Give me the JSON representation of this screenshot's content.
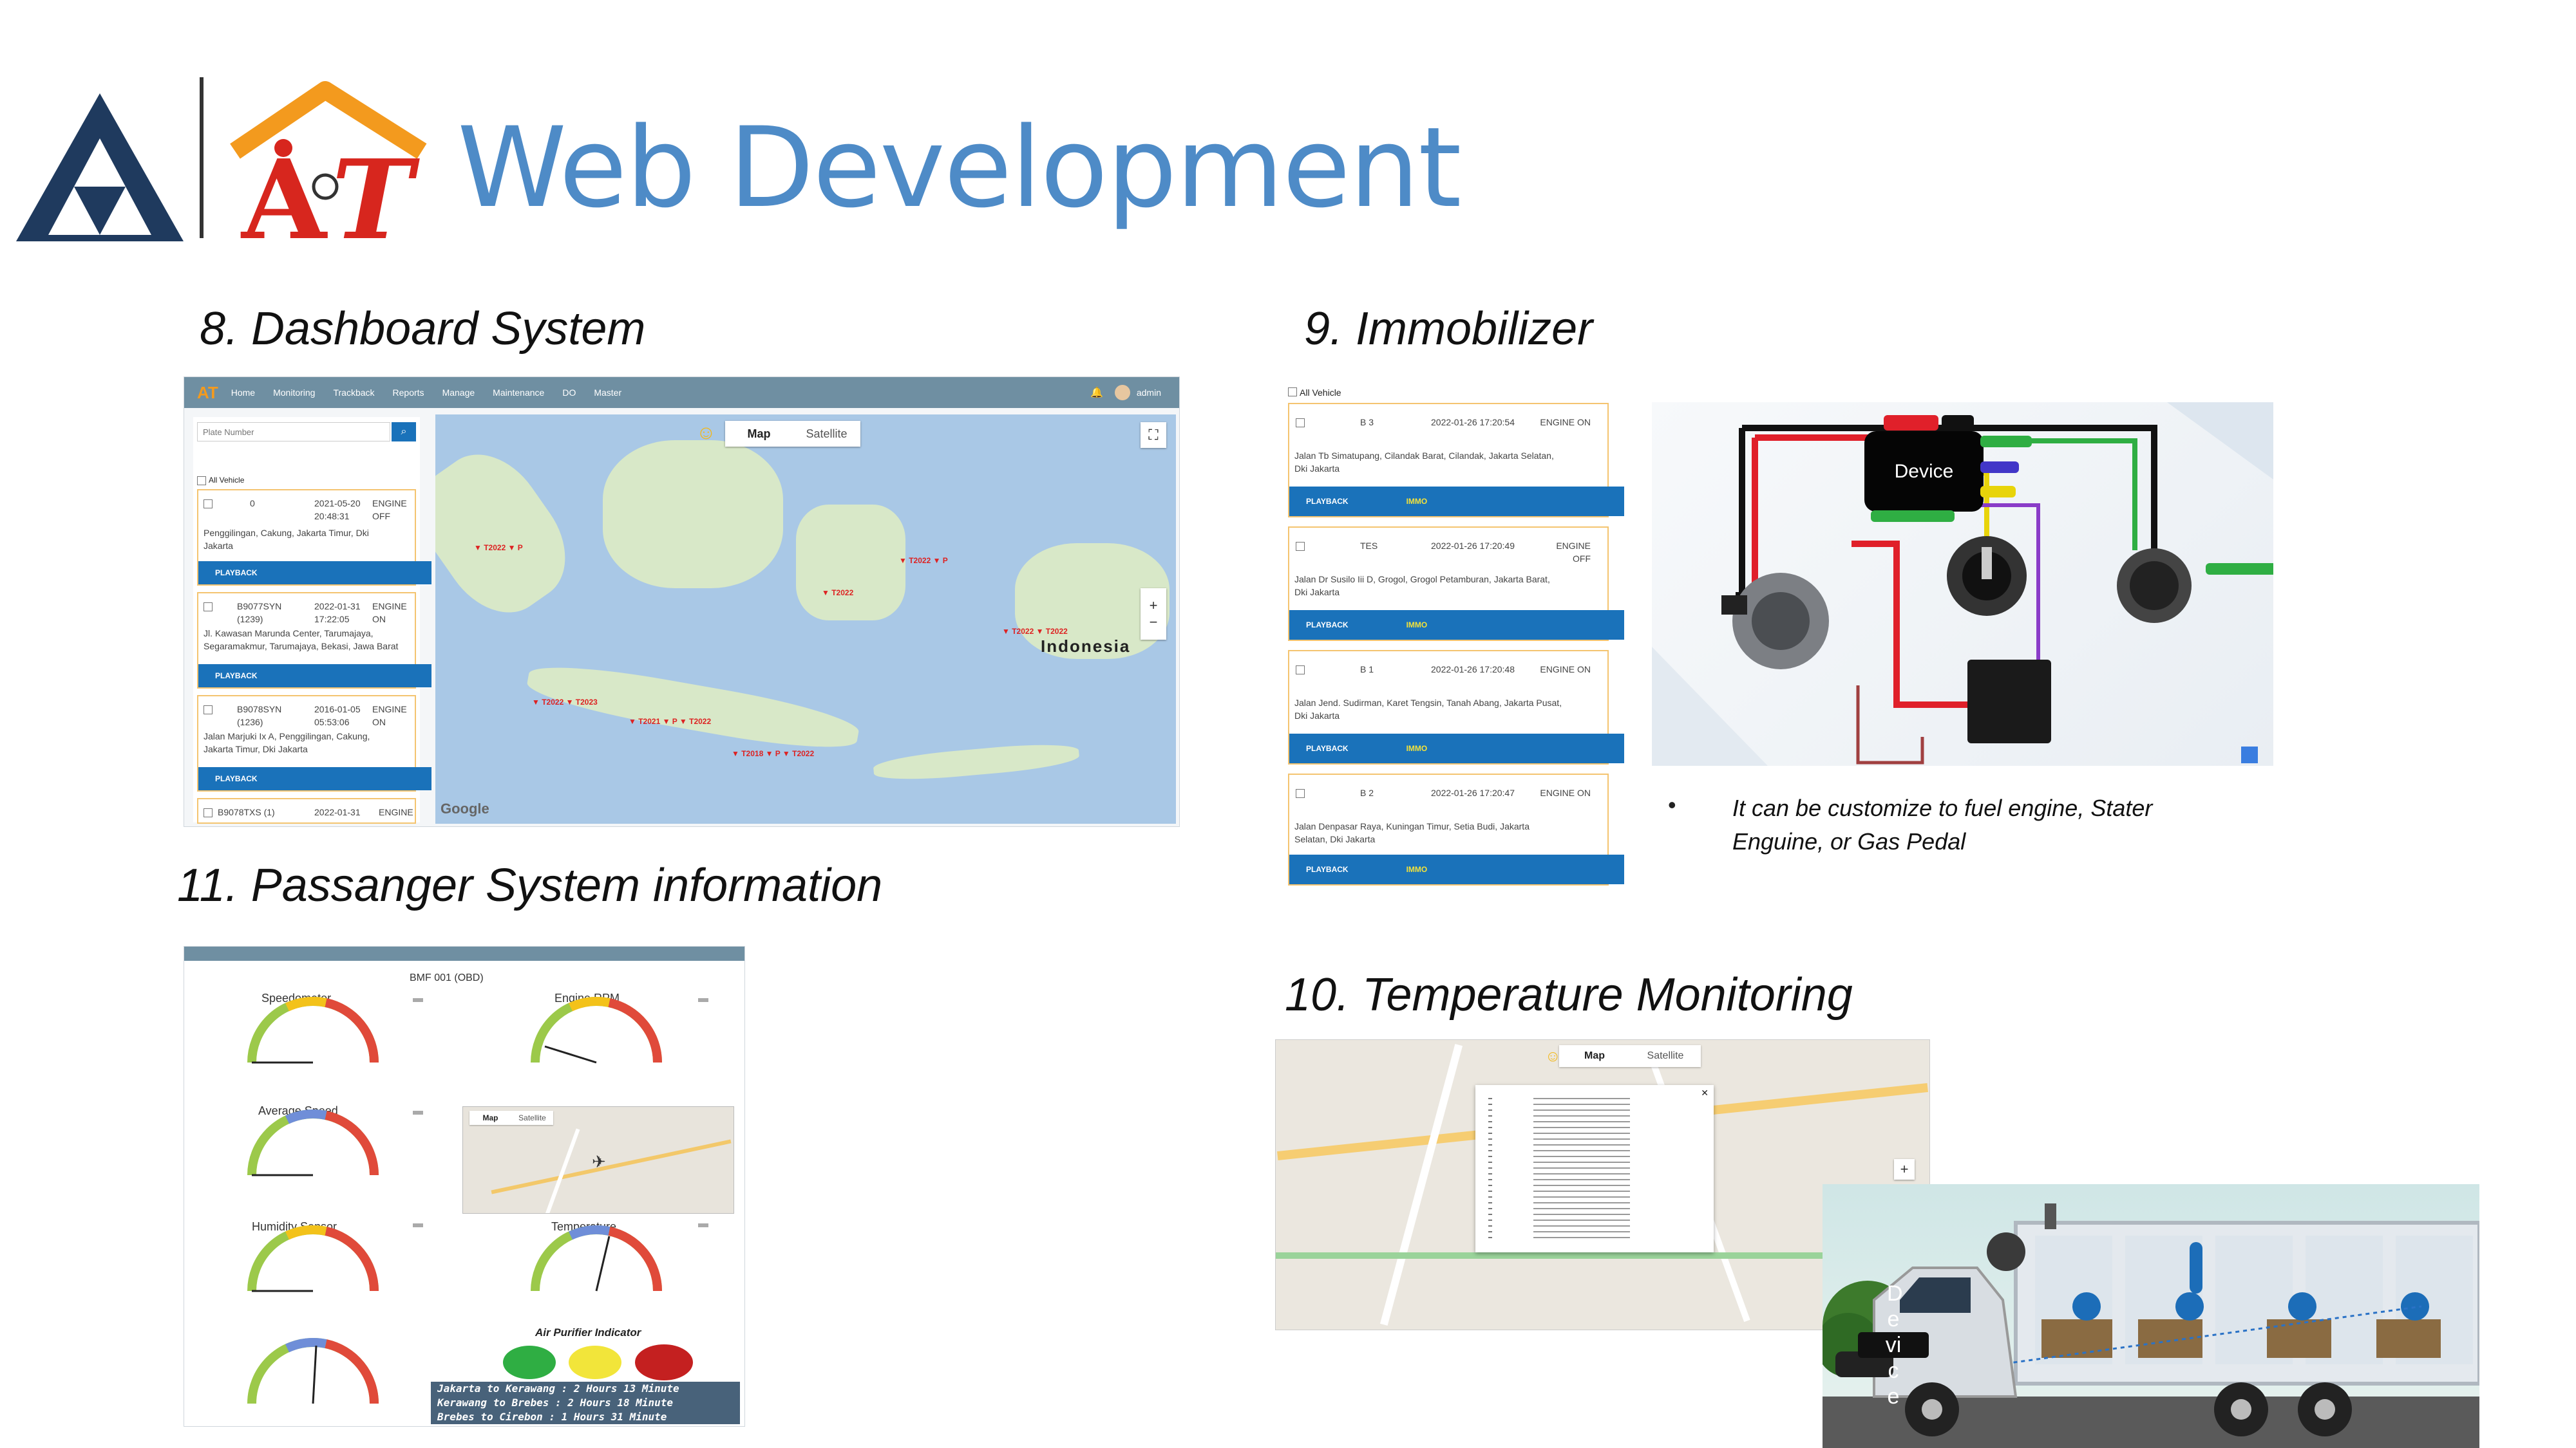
{
  "slide_title": "Web Development",
  "sections": {
    "dashboard": "8. Dashboard System",
    "immobilizer": "9. Immobilizer",
    "temperature": "10. Temperature Monitoring",
    "passenger": "11. Passanger System information"
  },
  "dashboard": {
    "nav": [
      "Home",
      "Monitoring",
      "Trackback",
      "Reports",
      "Manage",
      "Maintenance",
      "DO",
      "Master"
    ],
    "user": "admin",
    "search_placeholder": "Plate Number",
    "all_vehicle": "All Vehicle",
    "vehicles": [
      {
        "plate": "0",
        "datetime": "2021-05-20 20:48:31",
        "status": "ENGINE OFF",
        "address": "Penggilingan, Cakung, Jakarta Timur, Dki Jakarta"
      },
      {
        "plate": "B9077SYN (1239)",
        "datetime": "2022-01-31 17:22:05",
        "status": "ENGINE ON",
        "address": "Jl. Kawasan Marunda Center, Tarumajaya, Segaramakmur, Tarumajaya, Bekasi, Jawa Barat"
      },
      {
        "plate": "B9078SYN (1236)",
        "datetime": "2016-01-05 05:53:06",
        "status": "ENGINE ON",
        "address": "Jalan Marjuki Ix A, Penggilingan, Cakung, Jakarta Timur, Dki Jakarta"
      },
      {
        "plate": "B9078TXS (1)",
        "datetime": "2022-01-31",
        "status": "ENGINE",
        "address": ""
      }
    ],
    "playback": "PLAYBACK",
    "map_tabs": [
      "Map",
      "Satellite"
    ],
    "country_label": "Indonesia",
    "google": "Google"
  },
  "immobilizer": {
    "all_vehicle": "All Vehicle",
    "vehicles": [
      {
        "plate": "B 3",
        "datetime": "2022-01-26 17:20:54",
        "status": "ENGINE ON",
        "address": "Jalan Tb Simatupang, Cilandak Barat, Cilandak, Jakarta Selatan, Dki Jakarta"
      },
      {
        "plate": "TES",
        "datetime": "2022-01-26 17:20:49",
        "status": "ENGINE OFF",
        "address": "Jalan Dr Susilo Iii D, Grogol, Grogol Petamburan, Jakarta Barat, Dki Jakarta"
      },
      {
        "plate": "B 1",
        "datetime": "2022-01-26 17:20:48",
        "status": "ENGINE ON",
        "address": "Jalan Jend. Sudirman, Karet Tengsin, Tanah Abang, Jakarta Pusat, Dki Jakarta"
      },
      {
        "plate": "B 2",
        "datetime": "2022-01-26 17:20:47",
        "status": "ENGINE ON",
        "address": "Jalan Denpasar Raya, Kuningan Timur, Setia Budi, Jakarta Selatan, Dki Jakarta"
      }
    ],
    "playback": "PLAYBACK",
    "immo": "IMMO",
    "device_label": "Device",
    "bullet": "It can be customize to fuel engine, Stater Enguine, or Gas Pedal"
  },
  "passenger": {
    "vehicle": "BMF 001 (OBD)",
    "gauges": [
      "Speedometer",
      "Engine RPM",
      "Average Speed",
      "Humidity Sensor",
      "Temperature"
    ],
    "map_tabs": [
      "Map",
      "Satellite"
    ],
    "air_purifier": "Air Purifier Indicator",
    "routes": [
      "Jakarta to Kerawang : 2 Hours 13 Minute",
      "Kerawang to Brebes : 2 Hours 18 Minute",
      "Brebes to Cirebon : 1 Hours 31 Minute"
    ]
  },
  "temperature": {
    "map_tabs": [
      "Map",
      "Satellite"
    ],
    "truck_label_lines": [
      "D",
      "e",
      "vi",
      "c",
      "e"
    ]
  },
  "colors": {
    "title_blue": "#4e8bc7",
    "nav_bar": "#6f8fa2",
    "playback_blue": "#1a72ba",
    "card_border": "#f4c470",
    "wire_red": "#e0202a",
    "indicator_green": "#2fae43",
    "indicator_yellow": "#f2e53a",
    "indicator_red": "#c42020"
  }
}
